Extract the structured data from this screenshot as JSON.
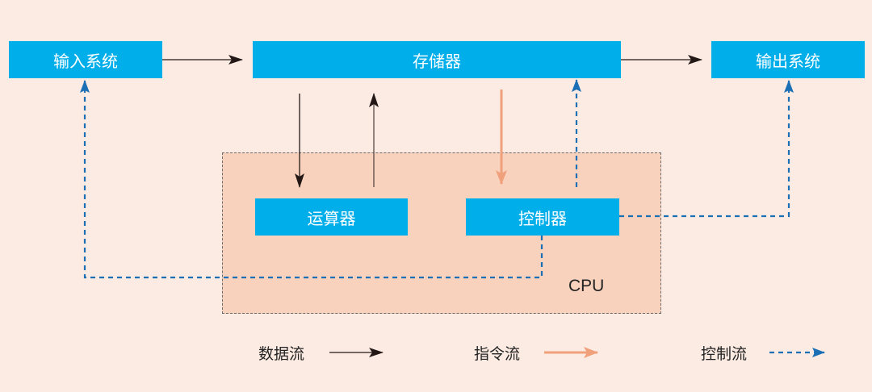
{
  "diagram": {
    "nodes": {
      "input": "输入系统",
      "memory": "存储器",
      "output": "输出系统",
      "alu": "运算器",
      "controller": "控制器",
      "cpu": "CPU"
    },
    "edges": [
      {
        "from": "input",
        "to": "memory",
        "type": "data"
      },
      {
        "from": "memory",
        "to": "output",
        "type": "data"
      },
      {
        "from": "memory",
        "to": "alu",
        "type": "data"
      },
      {
        "from": "alu",
        "to": "memory",
        "type": "data"
      },
      {
        "from": "memory",
        "to": "controller",
        "type": "instruction"
      },
      {
        "from": "controller",
        "to": "memory",
        "type": "control"
      },
      {
        "from": "controller",
        "to": "output",
        "type": "control"
      },
      {
        "from": "controller",
        "to": "input",
        "type": "control"
      }
    ],
    "legend": [
      {
        "label": "数据流",
        "type": "data",
        "color": "#231816"
      },
      {
        "label": "指令流",
        "type": "instruction",
        "color": "#f0a07a"
      },
      {
        "label": "控制流",
        "type": "control",
        "color": "#1a6fb5"
      }
    ],
    "colors": {
      "node_fill": "#00aeea",
      "cpu_fill": "#f9d2bd",
      "background": "#fcebe3"
    }
  }
}
